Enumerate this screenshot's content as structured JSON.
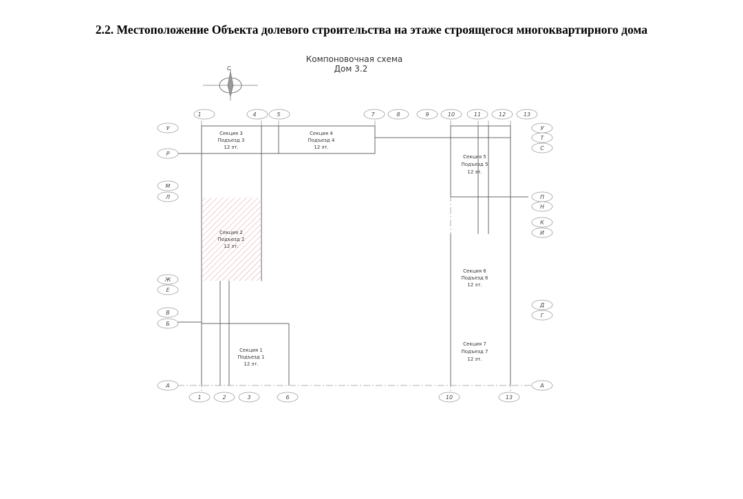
{
  "heading": "2.2. Местоположение Объекта долевого строительства на этаже строящегося многоквартирного дома",
  "diagram": {
    "title_line1": "Компоновочная схема",
    "title_line2": "Дом 3.2",
    "compass_label": "С",
    "axes_top": [
      "1",
      "4",
      "5",
      "7",
      "8",
      "9",
      "10",
      "11",
      "12",
      "13"
    ],
    "axes_bottom": [
      "1",
      "2",
      "3",
      "6",
      "10",
      "13"
    ],
    "rows_left": [
      "У",
      "Р",
      "М",
      "Л",
      "Ж",
      "Е",
      "В",
      "Б",
      "А"
    ],
    "rows_right": [
      "У",
      "Т",
      "С",
      "П",
      "Н",
      "К",
      "И",
      "Д",
      "Г",
      "А"
    ],
    "sections": [
      {
        "l1": "Секция 1",
        "l2": "Подъезд 1",
        "l3": "12 эт."
      },
      {
        "l1": "Секция 2",
        "l2": "Подъезд 2",
        "l3": "12 эт."
      },
      {
        "l1": "Секция 3",
        "l2": "Подъезд 3",
        "l3": "12 эт."
      },
      {
        "l1": "Секция 4",
        "l2": "Подъезд 4",
        "l3": "12 эт."
      },
      {
        "l1": "Секция 5",
        "l2": "Подъезд 5",
        "l3": "12 эт."
      },
      {
        "l1": "Секция 6",
        "l2": "Подъезд 6",
        "l3": "12 эт."
      },
      {
        "l1": "Секция 7",
        "l2": "Подъезд 7",
        "l3": "12 эт."
      }
    ]
  }
}
